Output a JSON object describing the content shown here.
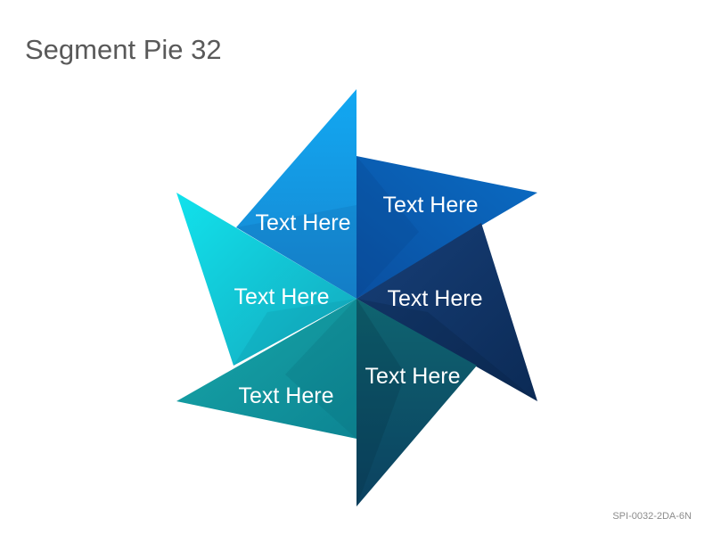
{
  "slide": {
    "title": "Segment Pie 32",
    "code": "SPI-0032-2DA-6N"
  },
  "segments": [
    {
      "label": "Text Here",
      "color": "#1E9BE6"
    },
    {
      "label": "Text Here",
      "color": "#0A63B8"
    },
    {
      "label": "Text Here",
      "color": "#133F78"
    },
    {
      "label": "Text Here",
      "color": "#0E5C6E"
    },
    {
      "label": "Text Here",
      "color": "#15A1A8"
    },
    {
      "label": "Text Here",
      "color": "#1ACFDD"
    }
  ]
}
